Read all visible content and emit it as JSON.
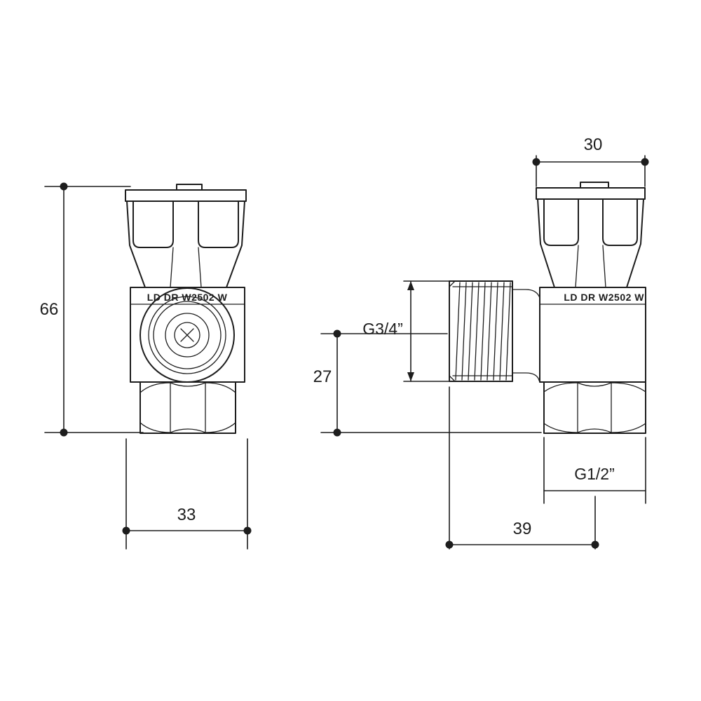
{
  "front_view": {
    "marking": "LD DR W2502 W",
    "dims": {
      "height": "66",
      "width": "33"
    }
  },
  "side_view": {
    "marking": "LD DR W2502 W",
    "dims": {
      "handle_width": "30",
      "inlet_thread": "G3/4”",
      "inlet_center": "27",
      "outlet_thread": "G1/2”",
      "depth": "39"
    }
  },
  "colors": {
    "line": "#1d1d1d",
    "background": "#ffffff"
  }
}
